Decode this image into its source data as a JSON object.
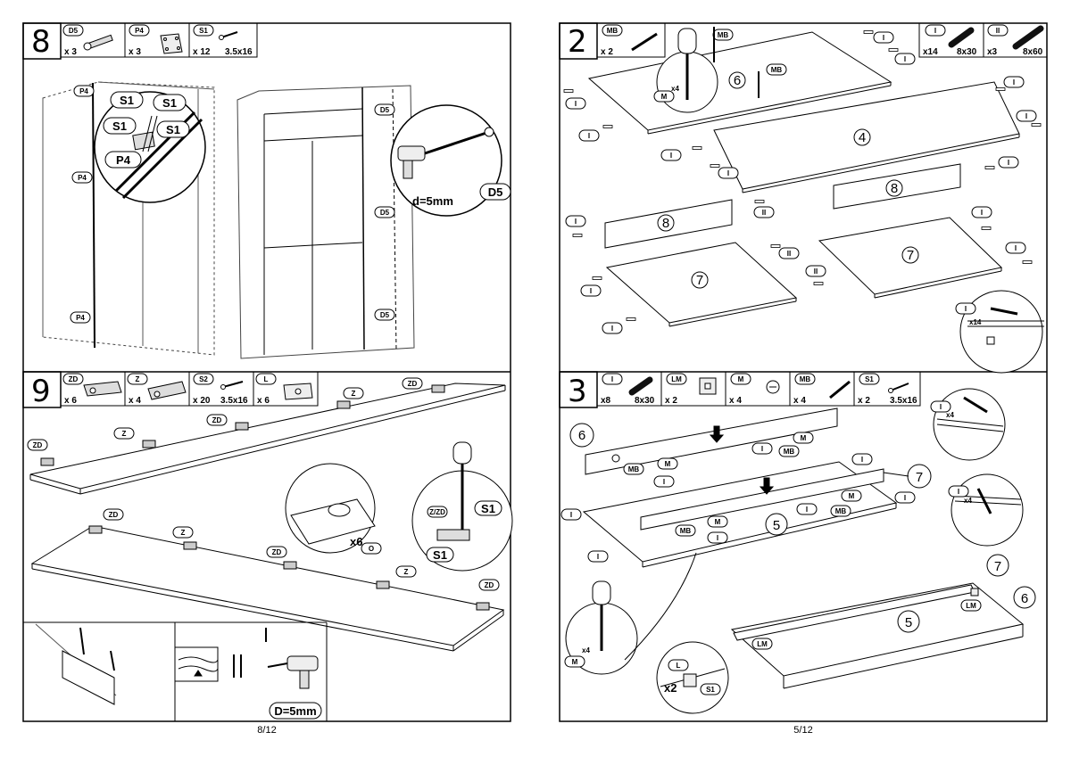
{
  "page_left": {
    "page_number": "8/12",
    "step8": {
      "number": "8",
      "parts": [
        {
          "code": "D5",
          "qty": "x 3",
          "size": ""
        },
        {
          "code": "P4",
          "qty": "x 3",
          "size": ""
        },
        {
          "code": "S1",
          "qty": "x 12",
          "size": "3.5x16"
        }
      ],
      "labels": {
        "p4": "P4",
        "s1": "S1",
        "d5": "D5",
        "drill": "d=5mm"
      }
    },
    "step9": {
      "number": "9",
      "parts": [
        {
          "code": "ZD",
          "qty": "x 6",
          "size": ""
        },
        {
          "code": "Z",
          "qty": "x 4",
          "size": ""
        },
        {
          "code": "S2",
          "qty": "x 20",
          "size": "3.5x16"
        },
        {
          "code": "L",
          "qty": "x 6",
          "size": ""
        }
      ],
      "labels": {
        "zd": "ZD",
        "z": "Z",
        "zzd": "Z/ZD",
        "s1": "S1",
        "x6": "x6",
        "o": "O",
        "drill": "D=5mm"
      }
    }
  },
  "page_right": {
    "page_number": "5/12",
    "step2": {
      "number": "2",
      "parts": [
        {
          "code": "MB",
          "qty": "x 2",
          "size": ""
        },
        {
          "code": "I",
          "qty": "x14",
          "size": "8x30"
        },
        {
          "code": "II",
          "qty": "x3",
          "size": "8x60"
        }
      ],
      "labels": {
        "i": "I",
        "ii": "II",
        "mb": "MB",
        "m": "M",
        "x4": "x4",
        "x14": "x14"
      },
      "panels": {
        "p6": "6",
        "p4": "4",
        "p8a": "8",
        "p8b": "8",
        "p7a": "7",
        "p7b": "7"
      }
    },
    "step3": {
      "number": "3",
      "parts": [
        {
          "code": "I",
          "qty": "x8",
          "size": "8x30"
        },
        {
          "code": "LM",
          "qty": "x 2",
          "size": ""
        },
        {
          "code": "M",
          "qty": "x 4",
          "size": ""
        },
        {
          "code": "MB",
          "qty": "x 4",
          "size": ""
        },
        {
          "code": "S1",
          "qty": "x 2",
          "size": "3.5x16"
        }
      ],
      "labels": {
        "i": "I",
        "m": "M",
        "mb": "MB",
        "lm": "LM",
        "l": "L",
        "s1": "S1",
        "x4": "x4",
        "x2": "x2"
      },
      "panels": {
        "p6": "6",
        "p7": "7",
        "p5": "5"
      }
    }
  },
  "colors": {
    "line": "#000000",
    "paper": "#ffffff",
    "dowel": "#111111"
  }
}
